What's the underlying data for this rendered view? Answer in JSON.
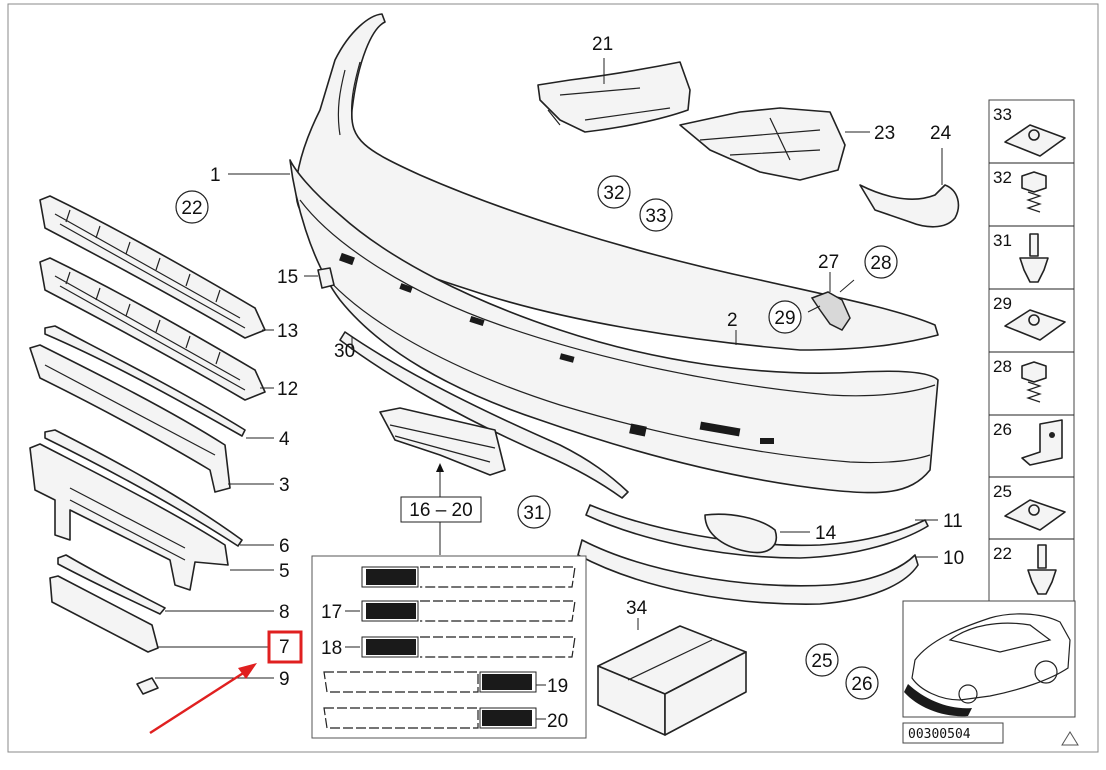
{
  "diagram": {
    "labels": {
      "p1": "1",
      "p2": "2",
      "p3": "3",
      "p4": "4",
      "p5": "5",
      "p6": "6",
      "p7": "7",
      "p8": "8",
      "p9": "9",
      "p10": "10",
      "p11": "11",
      "p12": "12",
      "p13": "13",
      "p14": "14",
      "p15": "15",
      "p16_20": "16 – 20",
      "p17": "17",
      "p18": "18",
      "p19": "19",
      "p20": "20",
      "p21": "21",
      "p22": "22",
      "p23": "23",
      "p24": "24",
      "p25": "25",
      "p26": "26",
      "p27": "27",
      "p28": "28",
      "p29": "29",
      "p30": "30",
      "p31": "31",
      "p32": "32",
      "p33": "33",
      "p34": "34"
    },
    "sidebar": [
      "33",
      "32",
      "31",
      "29",
      "28",
      "26",
      "25",
      "22"
    ],
    "catalog_number": "00300504",
    "highlighted_part": "7",
    "highlight_color": "#e02020"
  }
}
